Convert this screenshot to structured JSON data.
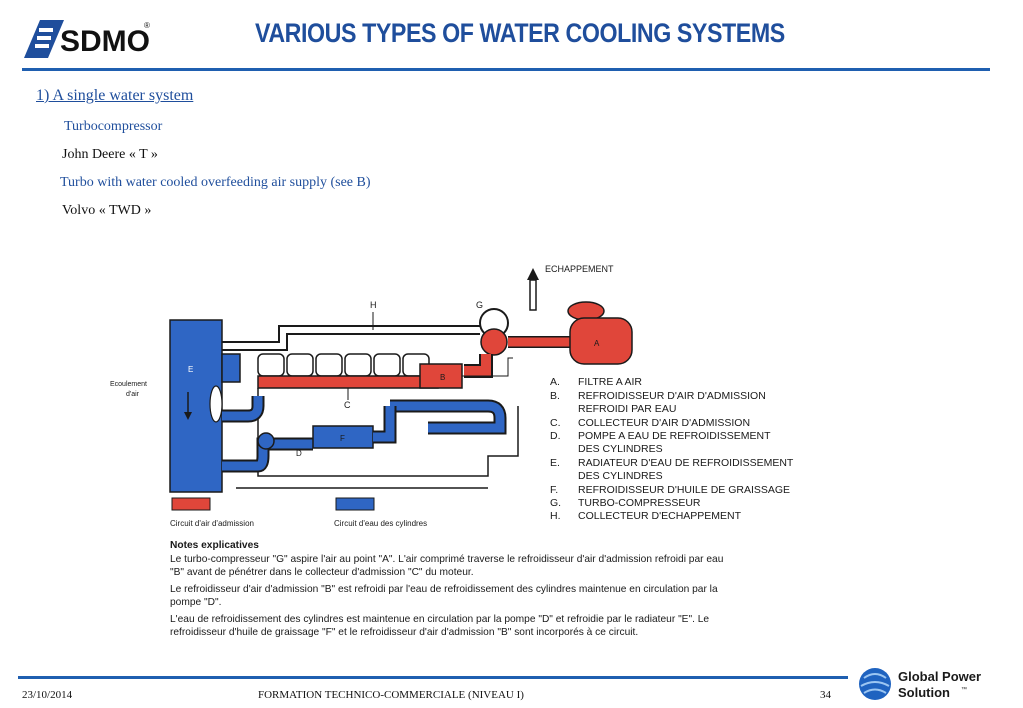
{
  "header": {
    "logo_text": "SDMO",
    "logo_mark": "®",
    "title": "VARIOUS TYPES OF WATER COOLING SYSTEMS"
  },
  "content": {
    "section_heading": "1) A single water system",
    "bullets": [
      "Turbocompressor",
      "John Deere « T »",
      "Turbo with water cooled overfeeding air supply (see B)",
      "Volvo « TWD »"
    ]
  },
  "diagram": {
    "labels": {
      "exhaust": "ECHAPPEMENT",
      "air_flow_1": "Ecoulement",
      "air_flow_2": "d'air",
      "E": "E",
      "H": "H",
      "G": "G",
      "A": "A",
      "B": "B",
      "C": "C",
      "D": "D",
      "F": "F"
    },
    "legend": {
      "items": [
        {
          "letter": "A.",
          "lines": [
            "FILTRE A AIR"
          ]
        },
        {
          "letter": "B.",
          "lines": [
            "REFROIDISSEUR D'AIR D'ADMISSION",
            "REFROIDI PAR EAU"
          ]
        },
        {
          "letter": "C.",
          "lines": [
            "COLLECTEUR D'AIR D'ADMISSION"
          ]
        },
        {
          "letter": "D.",
          "lines": [
            "POMPE A EAU DE REFROIDISSEMENT",
            "DES CYLINDRES"
          ]
        },
        {
          "letter": "E.",
          "lines": [
            "RADIATEUR D'EAU DE REFROIDISSEMENT",
            "DES CYLINDRES"
          ]
        },
        {
          "letter": "F.",
          "lines": [
            "REFROIDISSEUR D'HUILE DE GRAISSAGE"
          ]
        },
        {
          "letter": "G.",
          "lines": [
            "TURBO-COMPRESSEUR"
          ]
        },
        {
          "letter": "H.",
          "lines": [
            "COLLECTEUR D'ECHAPPEMENT"
          ]
        }
      ]
    },
    "circuit_key": {
      "intake": "Circuit d'air d'admission",
      "water": "Circuit d'eau des cylindres"
    },
    "notes": {
      "heading": "Notes explicatives",
      "lines": [
        "Le turbo-compresseur \"G\" aspire l'air au point \"A\". L'air comprimé traverse le refroidisseur d'air d'admission refroidi par eau",
        "\"B\" avant de pénétrer dans le collecteur d'admission \"C\" du moteur.",
        "Le refroidisseur d'air d'admission \"B\" est refroidi par l'eau de refroidissement des cylindres maintenue en circulation par la",
        "pompe \"D\".",
        "L'eau de refroidissement des cylindres est maintenue en circulation par la pompe \"D\" et refroidie par le radiateur \"E\". Le",
        "refroidisseur d'huile de graissage \"F\" et le refroidisseur d'air d'admission \"B\" sont incorporés à ce circuit."
      ]
    },
    "colors": {
      "intake_air": "#e0463a",
      "cooling_water": "#2f66c4",
      "outline": "#1a1a1a"
    }
  },
  "footer": {
    "date": "23/10/2014",
    "course": "FORMATION TECHNICO-COMMERCIALE  (NIVEAU I)",
    "page": "34",
    "brand_line1": "Global Power",
    "brand_line2": "Solution",
    "brand_mark": "™"
  }
}
